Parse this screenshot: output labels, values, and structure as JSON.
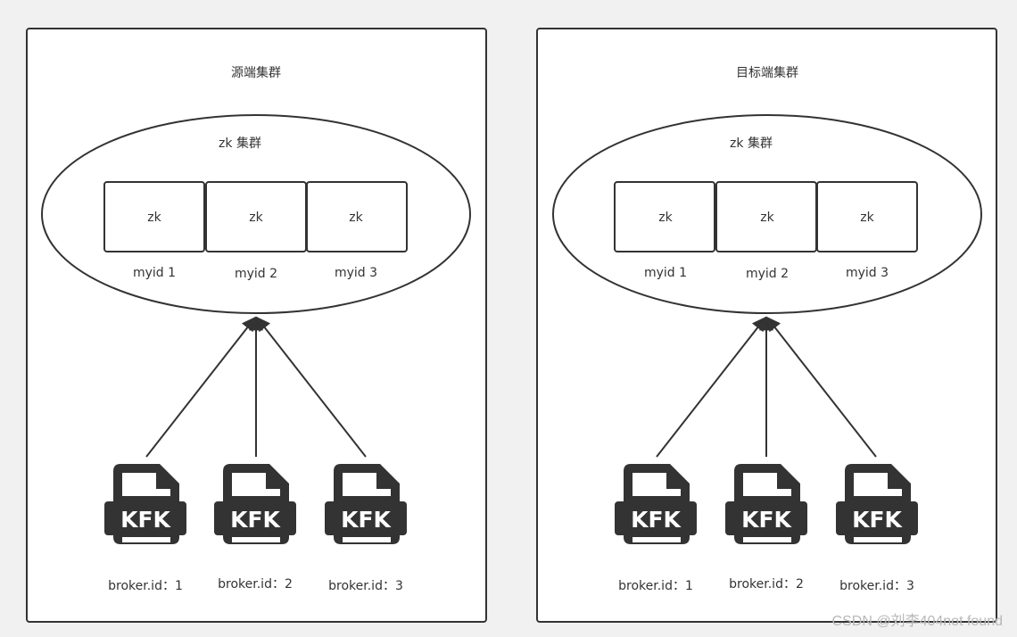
{
  "clusters": [
    {
      "title": "源端集群",
      "zk_group_label": "zk 集群",
      "zk_nodes": [
        {
          "label": "zk",
          "myid": "myid 1"
        },
        {
          "label": "zk",
          "myid": "myid 2"
        },
        {
          "label": "zk",
          "myid": "myid 3"
        }
      ],
      "brokers": [
        {
          "icon": "KFK",
          "label": "broker.id：1"
        },
        {
          "icon": "KFK",
          "label": "broker.id：2"
        },
        {
          "icon": "KFK",
          "label": "broker.id：3"
        }
      ]
    },
    {
      "title": "目标端集群",
      "zk_group_label": "zk 集群",
      "zk_nodes": [
        {
          "label": "zk",
          "myid": "myid 1"
        },
        {
          "label": "zk",
          "myid": "myid 2"
        },
        {
          "label": "zk",
          "myid": "myid 3"
        }
      ],
      "brokers": [
        {
          "icon": "KFK",
          "label": "broker.id：1"
        },
        {
          "icon": "KFK",
          "label": "broker.id：2"
        },
        {
          "icon": "KFK",
          "label": "broker.id：3"
        }
      ]
    }
  ],
  "watermark": "CSDN @刘李404not found",
  "colors": {
    "stroke": "#333333",
    "background": "#f1f1f1",
    "panel": "#ffffff",
    "icon": "#333333"
  }
}
